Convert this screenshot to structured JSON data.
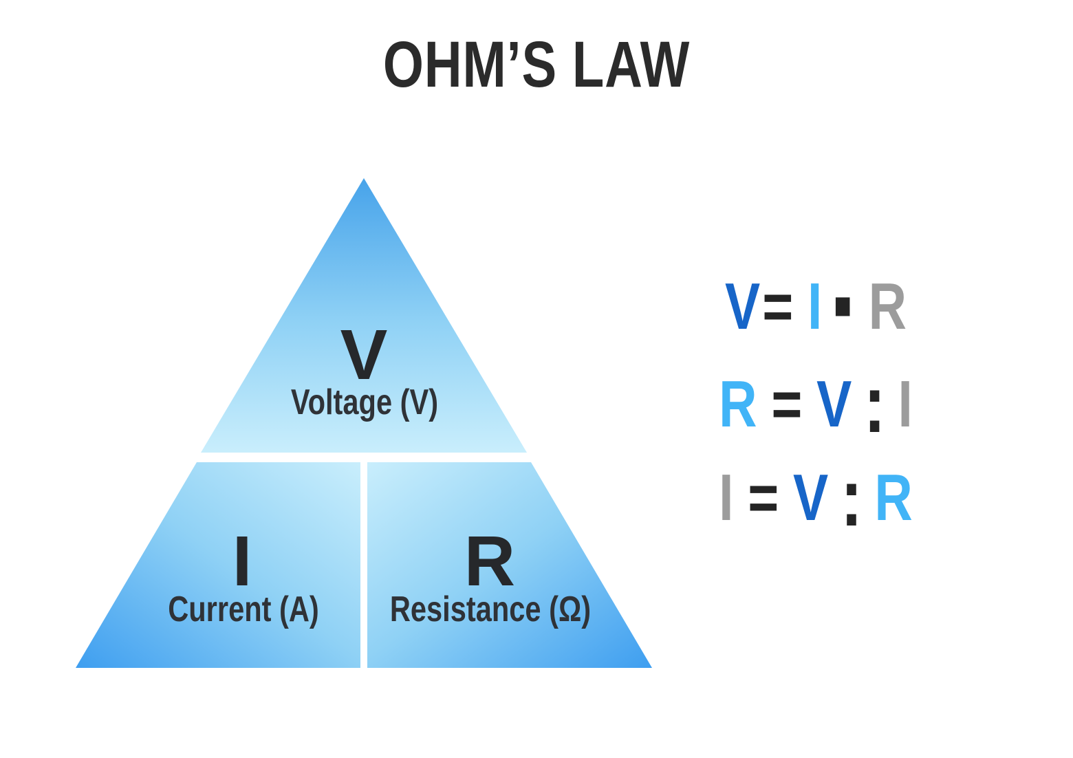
{
  "title": {
    "text": "OHM’S LAW"
  },
  "triangle": {
    "sections": [
      {
        "letter": "V",
        "label": "Voltage (V)"
      },
      {
        "letter": "I",
        "label": "Current (A)"
      },
      {
        "letter": "R",
        "label": "Resistance (Ω)"
      }
    ]
  },
  "formulas": {
    "rows": [
      {
        "tokens": [
          {
            "text": "V",
            "color": "formula_dark_blue"
          },
          {
            "text": "=",
            "color": "formula_symbol"
          },
          {
            "text": "I",
            "color": "formula_light_blue"
          },
          {
            "text": "·",
            "color": "formula_symbol"
          },
          {
            "text": "R",
            "color": "formula_gray"
          }
        ]
      },
      {
        "tokens": [
          {
            "text": "R",
            "color": "formula_light_blue"
          },
          {
            "text": "=",
            "color": "formula_symbol"
          },
          {
            "text": "V",
            "color": "formula_dark_blue"
          },
          {
            "text": ":",
            "color": "formula_symbol"
          },
          {
            "text": "I",
            "color": "formula_gray"
          }
        ]
      },
      {
        "tokens": [
          {
            "text": "I",
            "color": "formula_gray"
          },
          {
            "text": "=",
            "color": "formula_symbol"
          },
          {
            "text": "V",
            "color": "formula_dark_blue"
          },
          {
            "text": ":",
            "color": "formula_symbol"
          },
          {
            "text": "R",
            "color": "formula_light_blue"
          }
        ]
      }
    ]
  },
  "colors": {
    "background": "#FFFFFF",
    "title_text": "#2B2B2B",
    "triangle_letter": "#26282B",
    "triangle_label": "#2F3237",
    "triangle_apex": "#47A3EA",
    "triangle_mid": "#8FD1F5",
    "triangle_light": "#C9EEFC",
    "triangle_corner": "#3E9EF0",
    "divider": "#FFFFFF",
    "formula_dark_blue": "#1765C8",
    "formula_light_blue": "#41B4F7",
    "formula_gray": "#9C9C9C",
    "formula_symbol": "#242424"
  }
}
